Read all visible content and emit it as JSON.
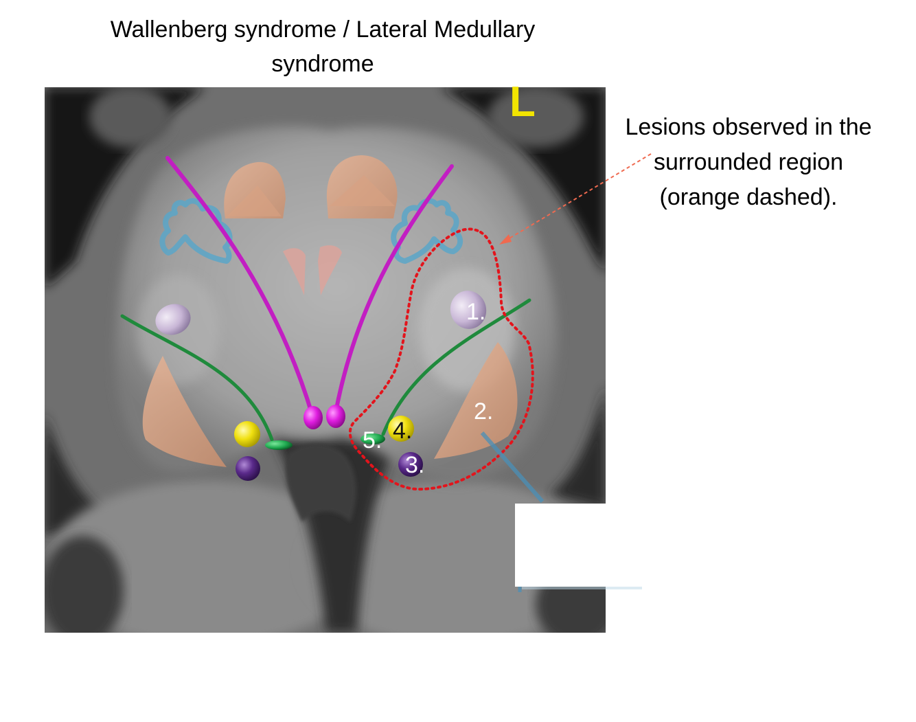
{
  "title": {
    "line1": "Wallenberg syndrome / Lateral Medullary",
    "line2": "syndrome"
  },
  "annotation": {
    "line1": "Lesions observed in the",
    "line2": "surrounded region",
    "line3": "(orange dashed)."
  },
  "side_marker": "L",
  "labels": {
    "one": "1.",
    "two": "2.",
    "three": "3.",
    "four": "4.",
    "five": "5."
  },
  "colors": {
    "spinothalamic_tract": "#1f8a3c",
    "corticospinal_tract": "#c21ec2",
    "nucleus_yellow": "#f0e010",
    "nucleus_purple": "#5a2a8a",
    "lesion_outline": "#e3141c",
    "arrow": "#ef6a50",
    "side_marker": "#f2e400"
  }
}
